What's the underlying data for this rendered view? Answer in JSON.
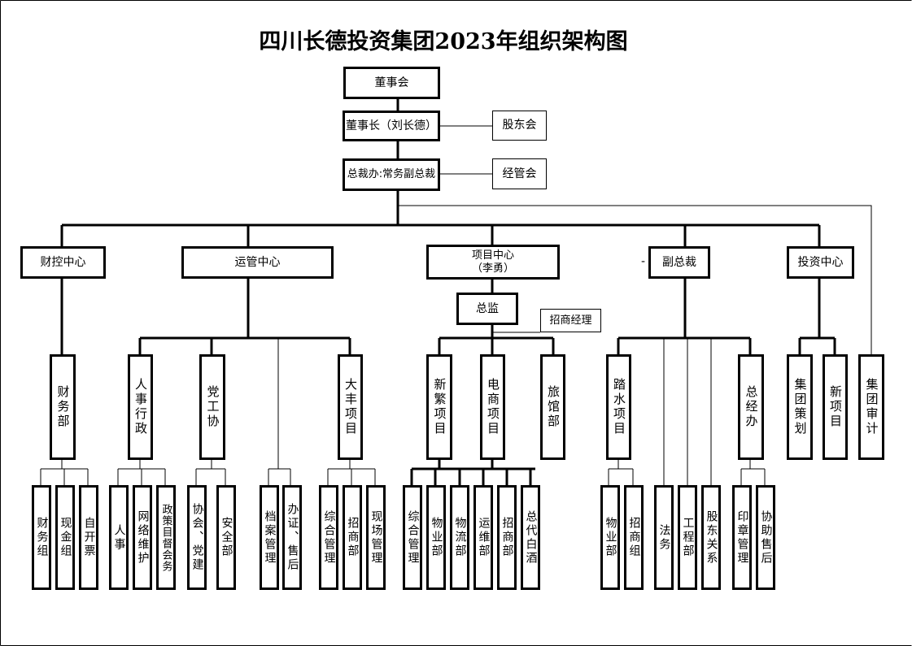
{
  "title": "四川长德投资集团2023年组织架构图",
  "nodes": {
    "board": "董事会",
    "chairman": "董事长（刘长德）",
    "shareholders_meeting": "股东会",
    "ceo_office": "总裁办:常务副总裁",
    "management_meeting": "经管会",
    "finance_center": "财控中心",
    "operations_center": "运管中心",
    "project_center": "项目中心\n（李勇）",
    "vice_president": "副总裁",
    "vice_president_dash": "-",
    "investment_center": "投资中心",
    "supervisor": "总监",
    "leasing_manager": "招商经理",
    "finance_dept": "财务部",
    "hr_admin": "人事行政",
    "party_union": "党工协",
    "dafeng_project": "大丰项目",
    "xinfan_project": "新繁项目",
    "ecommerce_project": "电商项目",
    "hotel_dept": "旅馆部",
    "tashui_project": "踏水项目",
    "general_manager_office": "总经办",
    "group_planning": "集团策划",
    "new_project": "新项目",
    "group_audit": "集团审计",
    "finance_group": "财务组",
    "cash_group": "现金组",
    "self_invoicing": "自开票",
    "personnel": "人事",
    "network_maintenance": "网络维护",
    "policy_supervision": "政策目督会务",
    "association_party": "协会、党建",
    "safety_dept": "安全部",
    "archive_management": "档案管理",
    "certificates_aftersales": "办证、售后",
    "general_management": "综合管理",
    "leasing_dept": "招商部",
    "site_management": "现场管理",
    "general_management_2": "综合管理",
    "property_dept": "物业部",
    "logistics_dept": "物流部",
    "operation_maintenance": "运维部",
    "leasing_dept_2": "招商部",
    "agent_liquor": "总代白酒",
    "property_dept_2": "物业部",
    "leasing_group": "招商组",
    "legal_affairs": "法务",
    "engineering_dept": "工程部",
    "shareholder_relations": "股东关系",
    "seal_management": "印章管理",
    "assist_sales": "协助售后"
  }
}
